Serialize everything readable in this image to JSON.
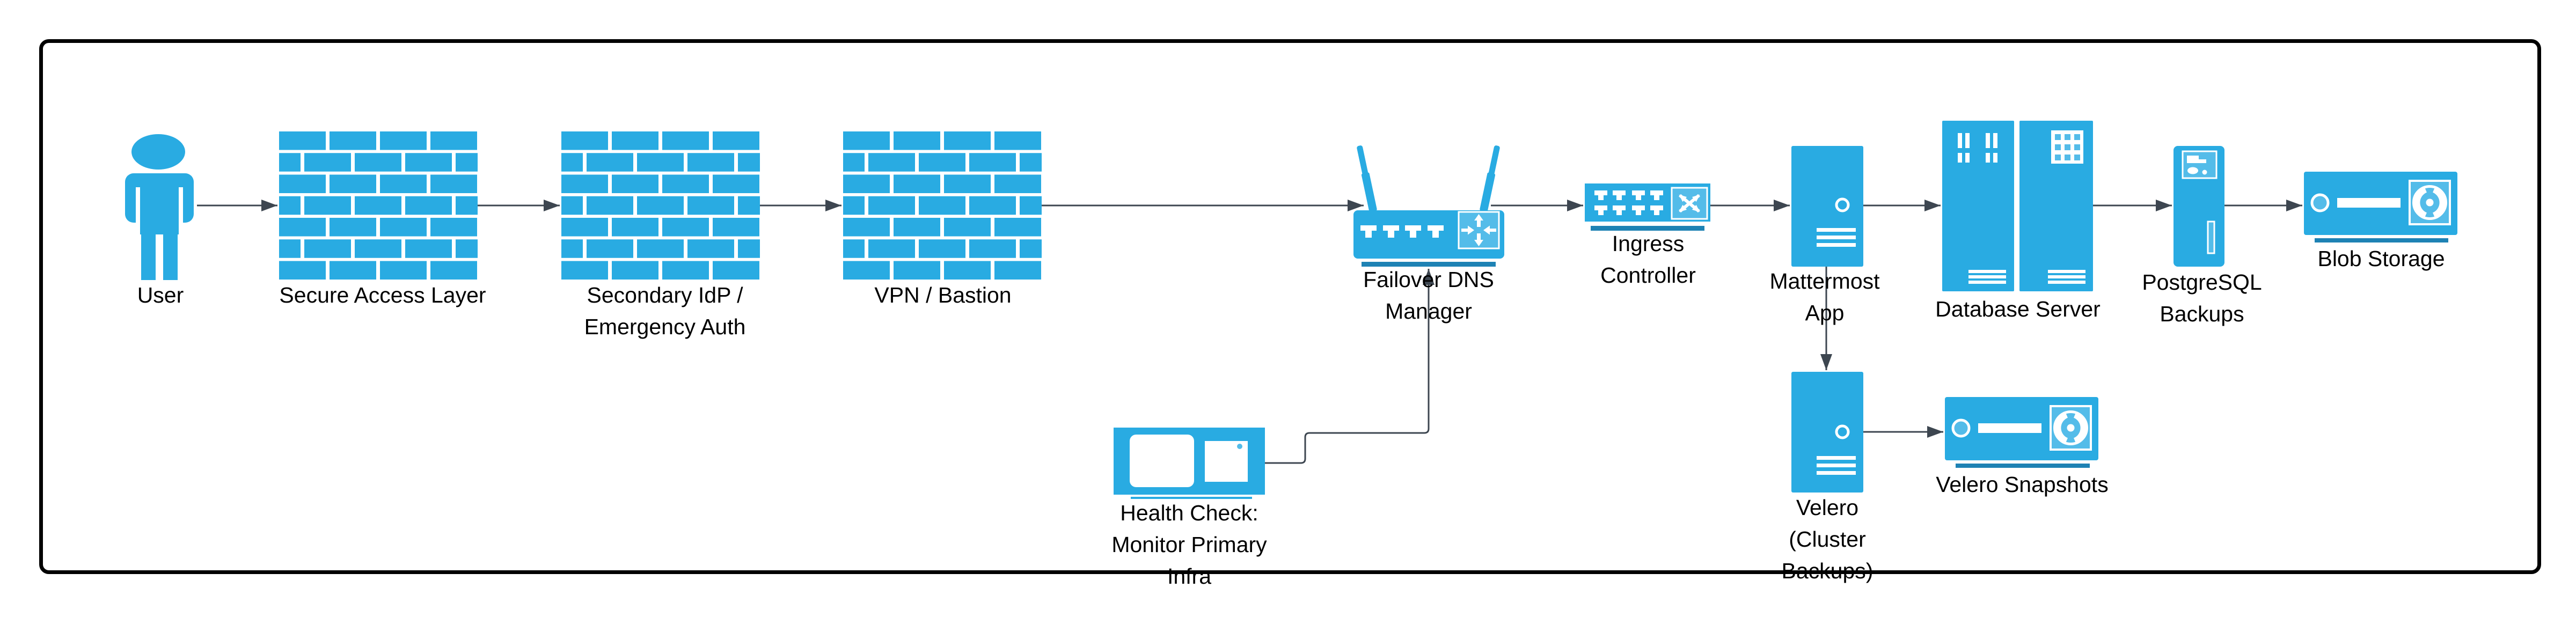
{
  "colors": {
    "primary": "#29ABE2",
    "primary_light": "#54BCE9",
    "accent_dark": "#1E82B4",
    "connector": "#3D4650",
    "border": "#000000",
    "background": "#FFFFFF"
  },
  "nodes": {
    "user": {
      "lines": [
        "User"
      ]
    },
    "secure_access": {
      "lines": [
        "Secure Access Layer"
      ]
    },
    "secondary_idp": {
      "lines": [
        "Secondary IdP /",
        "Emergency Auth"
      ]
    },
    "vpn_bastion": {
      "lines": [
        "VPN / Bastion"
      ]
    },
    "failover_dns": {
      "lines": [
        "Failover DNS",
        "Manager"
      ]
    },
    "ingress": {
      "lines": [
        "Ingress",
        "Controller"
      ]
    },
    "mattermost": {
      "lines": [
        "Mattermost",
        "App"
      ]
    },
    "database": {
      "lines": [
        "Database Server"
      ]
    },
    "pg_backups": {
      "lines": [
        "PostgreSQL",
        "Backups"
      ]
    },
    "blob": {
      "lines": [
        "Blob Storage"
      ]
    },
    "health": {
      "lines": [
        "Health Check:",
        "Monitor Primary",
        "Infra"
      ]
    },
    "velero": {
      "lines": [
        "Velero",
        "(Cluster",
        "Backups)"
      ]
    },
    "velero_snapshots": {
      "lines": [
        "Velero Snapshots"
      ]
    }
  },
  "connections": [
    {
      "from": "user",
      "to": "secure_access"
    },
    {
      "from": "secure_access",
      "to": "secondary_idp"
    },
    {
      "from": "secondary_idp",
      "to": "vpn_bastion"
    },
    {
      "from": "vpn_bastion",
      "to": "failover_dns"
    },
    {
      "from": "failover_dns",
      "to": "ingress"
    },
    {
      "from": "ingress",
      "to": "mattermost"
    },
    {
      "from": "mattermost",
      "to": "database"
    },
    {
      "from": "database",
      "to": "pg_backups"
    },
    {
      "from": "pg_backups",
      "to": "blob"
    },
    {
      "from": "mattermost",
      "to": "velero"
    },
    {
      "from": "velero",
      "to": "velero_snapshots"
    },
    {
      "from": "health",
      "to": "failover_dns"
    }
  ]
}
